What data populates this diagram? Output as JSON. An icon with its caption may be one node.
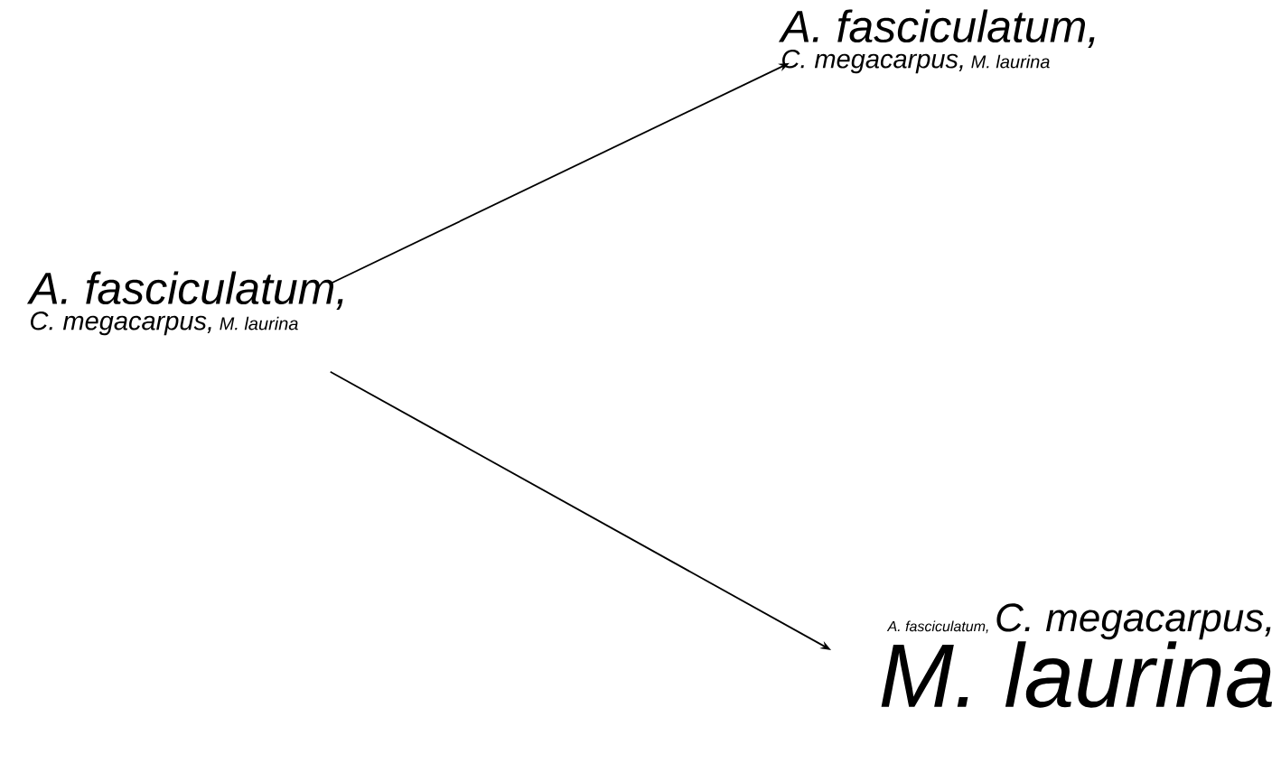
{
  "diagram": {
    "nodes": [
      {
        "text": [
          "A. fasciculatum,",
          "C. megacarpus,",
          "M. laurina"
        ]
      },
      {
        "text": [
          "A. fasciculatum,",
          "C. megacarpus,",
          "M. laurina"
        ]
      },
      {
        "text": [
          "A. fasciculatum,",
          "C. megacarpus,",
          "M. laurina"
        ]
      }
    ],
    "edges": [
      {
        "from": 0,
        "to": 1,
        "arrow": "to"
      },
      {
        "from": 0,
        "to": 2,
        "arrow": "to"
      }
    ]
  }
}
